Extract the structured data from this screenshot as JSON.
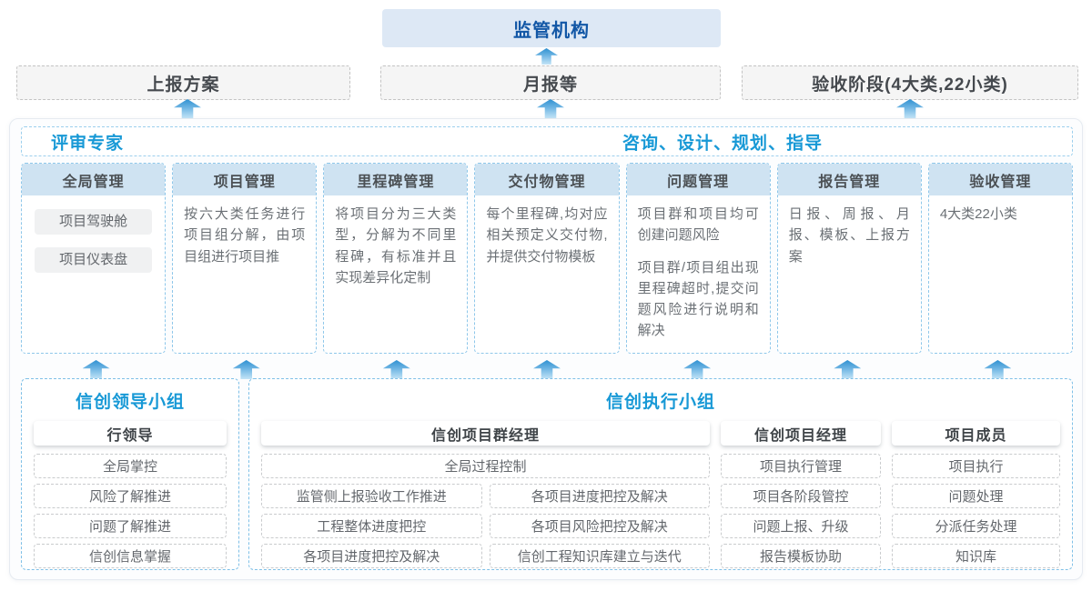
{
  "top": {
    "regulator": "监管机构",
    "boxes": [
      {
        "label": "上报方案"
      },
      {
        "label": "月报等"
      },
      {
        "label": "验收阶段(4大类,22小类)"
      }
    ]
  },
  "middle": {
    "left_title": "评审专家",
    "right_title": "咨询、设计、规划、指导",
    "columns": [
      {
        "header": "全局管理",
        "pills": [
          "项目驾驶舱",
          "项目仪表盘"
        ],
        "paragraphs": []
      },
      {
        "header": "项目管理",
        "pills": [],
        "paragraphs": [
          "按六大类任务进行项目组分解，由项目组进行项目推"
        ]
      },
      {
        "header": "里程碑管理",
        "pills": [],
        "paragraphs": [
          "将项目分为三大类型，分解为不同里程碑，有标准并且实现差异化定制"
        ]
      },
      {
        "header": "交付物管理",
        "pills": [],
        "paragraphs": [
          "每个里程碑,均对应相关预定义交付物,并提供交付物模板"
        ]
      },
      {
        "header": "问题管理",
        "pills": [],
        "paragraphs": [
          "项目群和项目均可创建问题风险",
          "项目群/项目组出现里程碑超时,提交问题风险进行说明和解决"
        ]
      },
      {
        "header": "报告管理",
        "pills": [],
        "paragraphs": [
          "日报、周报、月报、模板、上报方案"
        ]
      },
      {
        "header": "验收管理",
        "pills": [],
        "paragraphs": [
          "4大类22小类"
        ]
      }
    ]
  },
  "bottom": {
    "leadership": {
      "title": "信创领导小组",
      "role": "行领导",
      "items": [
        "全局掌控",
        "风险了解推进",
        "问题了解推进",
        "信创信息掌握"
      ]
    },
    "execution": {
      "title": "信创执行小组",
      "pm_group": {
        "role": "信创项目群经理",
        "full_item": "全局过程控制",
        "left_items": [
          "监管侧上报验收工作推进",
          "工程整体进度把控",
          "各项目进度把控及解决"
        ],
        "right_items": [
          "各项目进度把控及解决",
          "各项目风险把控及解决",
          "信创工程知识库建立与迭代"
        ]
      },
      "pm": {
        "role": "信创项目经理",
        "items": [
          "项目执行管理",
          "项目各阶段管控",
          "问题上报、升级",
          "报告模板协助"
        ]
      },
      "member": {
        "role": "项目成员",
        "items": [
          "项目执行",
          "问题处理",
          "分派任务处理",
          "知识库"
        ]
      }
    }
  },
  "colors": {
    "accent_blue": "#1899d6",
    "dark_blue": "#1257a6",
    "regulator_bg": "#dde8f5",
    "column_header_bg": "#cfe3f2",
    "column_border": "#8ec7ea",
    "group_border": "#7fc0e7",
    "topbox_bg": "#f5f5f5",
    "arrow_top": "#2f90d1",
    "arrow_bottom": "#c3e4f7"
  }
}
